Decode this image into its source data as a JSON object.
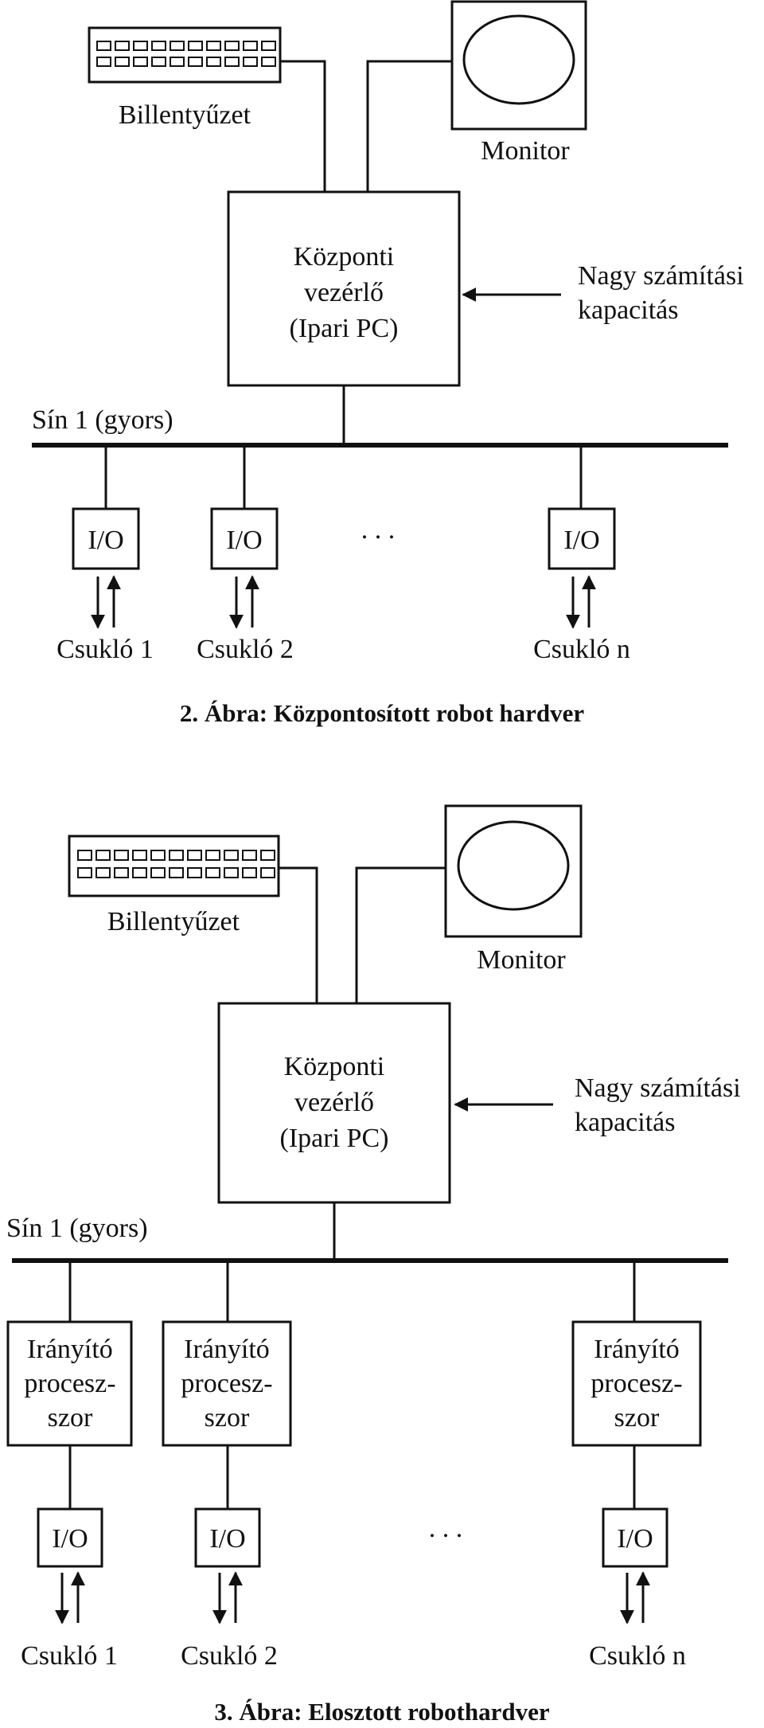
{
  "figure2": {
    "keyboard_label": "Billentyűzet",
    "monitor_label": "Monitor",
    "controller_lines": [
      "Központi",
      "vezérlő",
      "(Ipari PC)"
    ],
    "capacity_lines": [
      "Nagy számítási",
      "kapacitás"
    ],
    "bus_label": "Sín 1 (gyors)",
    "io_label": "I/O",
    "ellipsis": ". . .",
    "joints": [
      "Csukló 1",
      "Csukló 2",
      "Csukló n"
    ],
    "caption": "2. Ábra: Központosított robot hardver"
  },
  "figure3": {
    "keyboard_label": "Billentyűzet",
    "monitor_label": "Monitor",
    "controller_lines": [
      "Központi",
      "vezérlő",
      "(Ipari PC)"
    ],
    "capacity_lines": [
      "Nagy számítási",
      "kapacitás"
    ],
    "bus_label": "Sín 1 (gyors)",
    "processor_lines": [
      "Irányító",
      "procesz-",
      "szor"
    ],
    "io_label": "I/O",
    "ellipsis": ". . .",
    "joints": [
      "Csukló 1",
      "Csukló 2",
      "Csukló n"
    ],
    "caption": "3. Ábra: Elosztott robothardver"
  }
}
